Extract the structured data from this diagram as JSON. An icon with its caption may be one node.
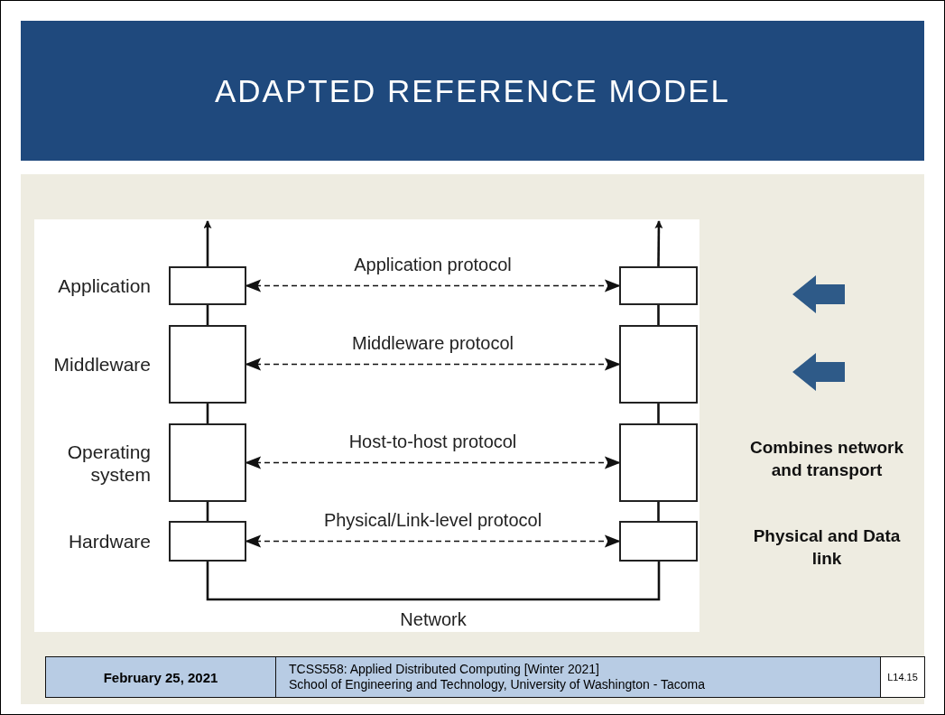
{
  "diagram": {
    "title": "ADAPTED REFERENCE MODEL",
    "nodes": [
      {
        "text": [],
        "shape": "box",
        "beside": [
          "Application"
        ]
      },
      {
        "text": [],
        "shape": "box",
        "beside": [
          "Middleware"
        ]
      },
      {
        "text": [],
        "shape": "box",
        "beside": [
          "Operating system"
        ]
      },
      {
        "text": [],
        "shape": "box",
        "beside": [
          "Hardware"
        ]
      },
      {
        "text": [],
        "shape": "box"
      },
      {
        "text": [],
        "shape": "box"
      },
      {
        "text": [],
        "shape": "box"
      },
      {
        "text": [],
        "shape": "box"
      }
    ],
    "edges": [
      {
        "from": 0,
        "to": null,
        "arrow": "to"
      },
      {
        "from": 0,
        "to": 1,
        "arrow": "none"
      },
      {
        "from": 1,
        "to": 2,
        "arrow": "none"
      },
      {
        "from": 2,
        "to": 3,
        "arrow": "none"
      },
      {
        "from": 4,
        "to": null,
        "arrow": "to"
      },
      {
        "from": 4,
        "to": 5,
        "arrow": "none"
      },
      {
        "from": 5,
        "to": 6,
        "arrow": "none"
      },
      {
        "from": 6,
        "to": 7,
        "arrow": "none"
      },
      {
        "from": 0,
        "to": 4,
        "arrow": "both",
        "style": "dashed",
        "label": "Application protocol"
      },
      {
        "from": 1,
        "to": 5,
        "arrow": "both",
        "style": "dashed",
        "label": "Middleware protocol"
      },
      {
        "from": 2,
        "to": 6,
        "arrow": "both",
        "style": "dashed",
        "label": "Host-to-host protocol"
      },
      {
        "from": 3,
        "to": 7,
        "arrow": "both",
        "style": "dashed",
        "label": "Physical/Link-level protocol"
      },
      {
        "from": 3,
        "to": 7,
        "arrow": "none",
        "label": "Network"
      }
    ],
    "labels": [
      "Combines network and transport",
      "Physical and Data link",
      "February 25, 2021",
      "TCSS558: Applied Distributed Computing [Winter 2021]",
      "School of Engineering and Technology, University of Washington - Tacoma",
      "L14.15"
    ]
  }
}
